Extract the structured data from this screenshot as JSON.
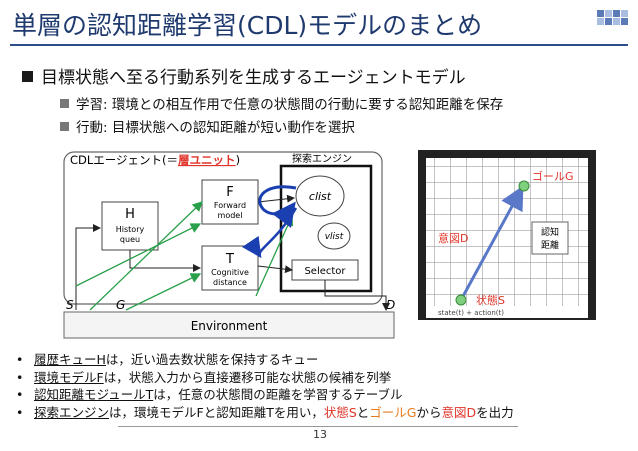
{
  "slide": {
    "title": "単層の認知距離学習(CDL)モデルのまとめ",
    "bullet_main": "目標状態へ至る行動系列を生成するエージェントモデル",
    "sub_bullets": [
      "学習: 環境との相互作用で任意の状態間の行動に要する認知距離を保存",
      "行動:  目標状態への認知距離が短い動作を選択"
    ],
    "page_number": "13"
  },
  "diagram_left": {
    "agent_label_prefix": "CDLエージェント(＝",
    "agent_label_highlight": "層ユニット",
    "agent_label_suffix": ")",
    "search_engine_label": "探索エンジン",
    "h_letter": "H",
    "h_caption_1": "History",
    "h_caption_2": "queu",
    "f_letter": "F",
    "f_caption_1": "Forward",
    "f_caption_2": "model",
    "t_letter": "T",
    "t_caption_1": "Cognitive",
    "t_caption_2": "distance",
    "clist": "clist",
    "vlist": "vlist",
    "selector": "Selector",
    "environment": "Environment",
    "s_label": "S",
    "g_label": "G",
    "d_label": "D"
  },
  "diagram_right": {
    "goal_label": "ゴールG",
    "intent_label": "意図D",
    "state_label": "状態S",
    "distance_label_1": "認知",
    "distance_label_2": "距離",
    "bottom_caption": "state(t) + action(t)"
  },
  "notes": [
    {
      "term": "履歴キューH",
      "rest": "は，近い過去数状態を保持するキュー"
    },
    {
      "term": "環境モデルF",
      "rest": "は，状態入力から直接遷移可能な状態の候補を列挙"
    },
    {
      "term": "認知距離モジュールT",
      "rest": "は，任意の状態間の距離を学習するテーブル"
    }
  ],
  "note_last": {
    "term": "探索エンジン",
    "part1": "は，環境モデルFと認知距離Tを用い，",
    "state": "状態S",
    "to": "と",
    "goal": "ゴールG",
    "from": "から",
    "intent": "意図D",
    "end": "を出力"
  },
  "colors": {
    "title": "#1f3a6e",
    "red": "#e0342a",
    "orange": "#e67c1e",
    "green": "#2aa04a",
    "blue_arrow": "#1a3fb0"
  }
}
